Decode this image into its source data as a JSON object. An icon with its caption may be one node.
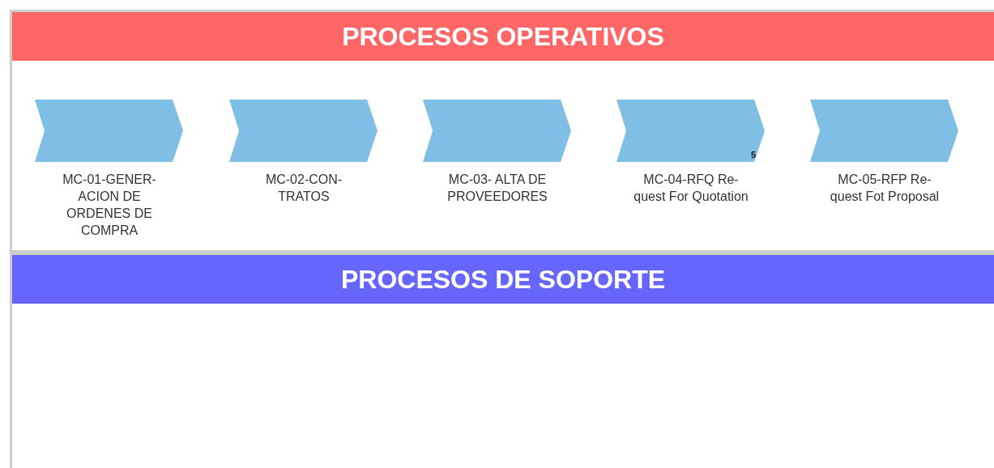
{
  "diagram": {
    "nodes": [
      {
        "text": [
          "PROCESOS OPERATIVOS"
        ]
      },
      {
        "text": [
          "MC-01-GENER- ACION DE ORDENES DE COMPRA"
        ],
        "in": 0
      },
      {
        "text": [
          "MC-02-CON- TRATOS"
        ],
        "in": 0
      },
      {
        "text": [
          "MC-03- ALTA DE PROVEEDORES"
        ],
        "in": 0
      },
      {
        "text": [
          "MC-04-RFQ Re- quest For Quotation",
          "5"
        ],
        "in": 0
      },
      {
        "text": [
          "MC-05-RFP Re- quest Fot Proposal"
        ],
        "in": 0
      },
      {
        "text": [
          "PROCESOS DE SOPORTE"
        ]
      }
    ]
  }
}
